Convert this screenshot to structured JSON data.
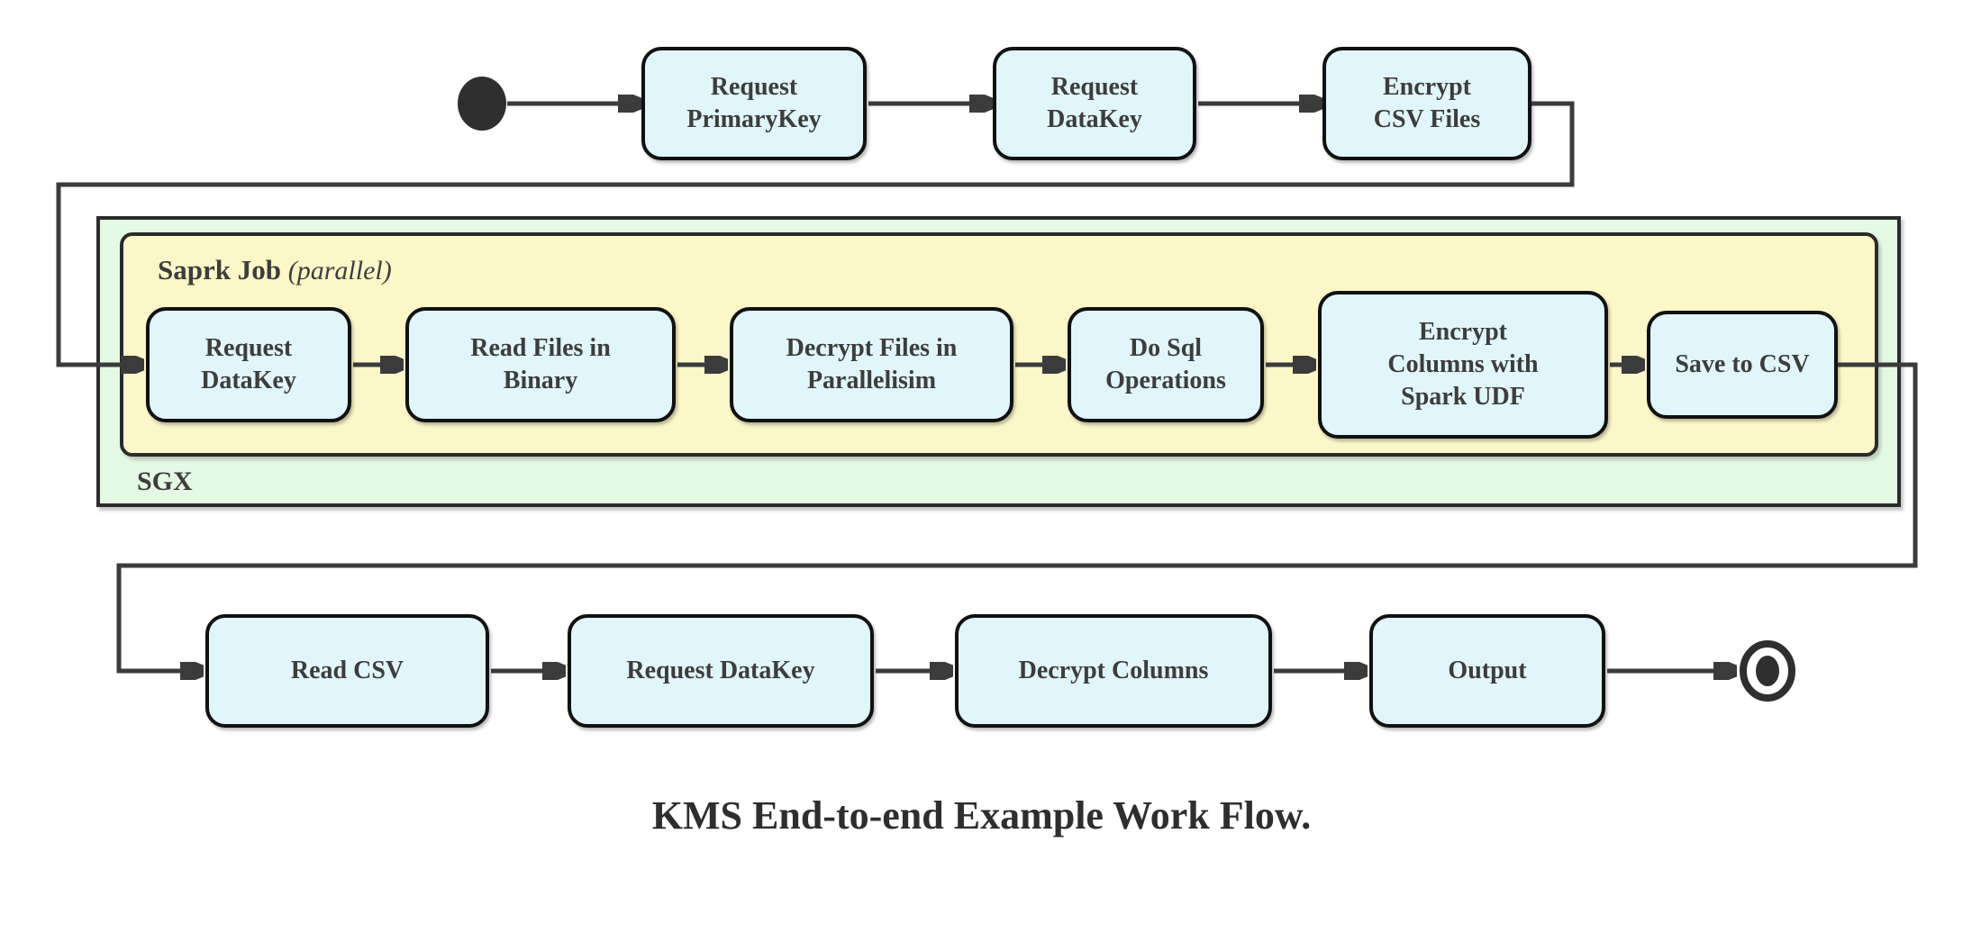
{
  "diagram": {
    "caption": "KMS End-to-end Example Work Flow.",
    "sgx_container": {
      "label": "SGX"
    },
    "spark_job_container": {
      "label": "Saprk Job",
      "annotation": "(parallel)"
    },
    "top_row": [
      {
        "label": "Request\nPrimaryKey"
      },
      {
        "label": "Request\nDataKey"
      },
      {
        "label": "Encrypt\nCSV Files"
      }
    ],
    "spark_row": [
      {
        "label": "Request\nDataKey"
      },
      {
        "label": "Read Files in\nBinary"
      },
      {
        "label": "Decrypt Files in\nParallelisim"
      },
      {
        "label": "Do Sql\nOperations"
      },
      {
        "label": "Encrypt\nColumns with\nSpark UDF"
      },
      {
        "label": "Save to CSV"
      }
    ],
    "bottom_row": [
      {
        "label": "Read CSV"
      },
      {
        "label": "Request DataKey"
      },
      {
        "label": "Decrypt Columns"
      },
      {
        "label": "Output"
      }
    ],
    "symbols": {
      "start": "initial-state-dot",
      "end": "final-state-bullseye"
    },
    "colors": {
      "node_fill": "#E0F6FA",
      "node_border": "#111111",
      "spark_container_fill": "#FCF7C8",
      "sgx_container_fill": "#E4F9E3",
      "edge": "#3B3B3B",
      "text": "#3D3D3D"
    }
  }
}
